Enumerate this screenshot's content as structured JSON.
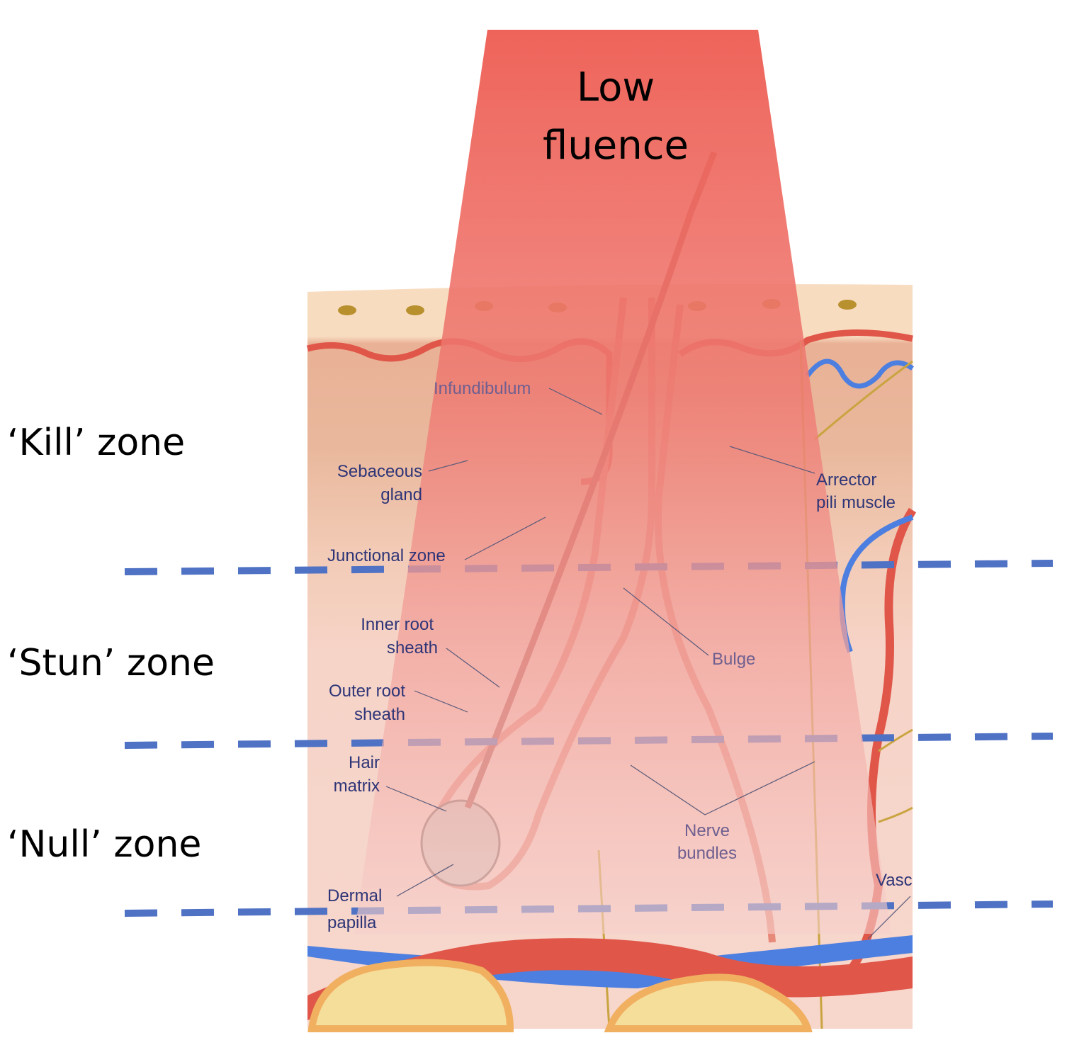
{
  "beam": {
    "line1": "Low",
    "line2": "fluence",
    "color": "#ee5a52"
  },
  "zones": [
    {
      "label": "‘Kill’ zone"
    },
    {
      "label": "‘Stun’ zone"
    },
    {
      "label": "‘Null’ zone"
    }
  ],
  "anatomy": {
    "infundibulum": "Infundibulum",
    "sebaceous_1": "Sebaceous",
    "sebaceous_2": "gland",
    "junctional": "Junctional zone",
    "inner_root_1": "Inner root",
    "inner_root_2": "sheath",
    "outer_root_1": "Outer root",
    "outer_root_2": "sheath",
    "hair_matrix_1": "Hair",
    "hair_matrix_2": "matrix",
    "dermal_papilla_1": "Dermal",
    "dermal_papilla_2": "papilla",
    "arrector_1": "Arrector",
    "arrector_2": "pili muscle",
    "bulge": "Bulge",
    "nerve_1": "Nerve",
    "nerve_2": "bundles",
    "vasc": "Vasc"
  },
  "colors": {
    "divider": "#4f72c4",
    "label": "#2e3577",
    "vessel_red": "#e0574a",
    "vessel_blue": "#4d7fe0"
  }
}
